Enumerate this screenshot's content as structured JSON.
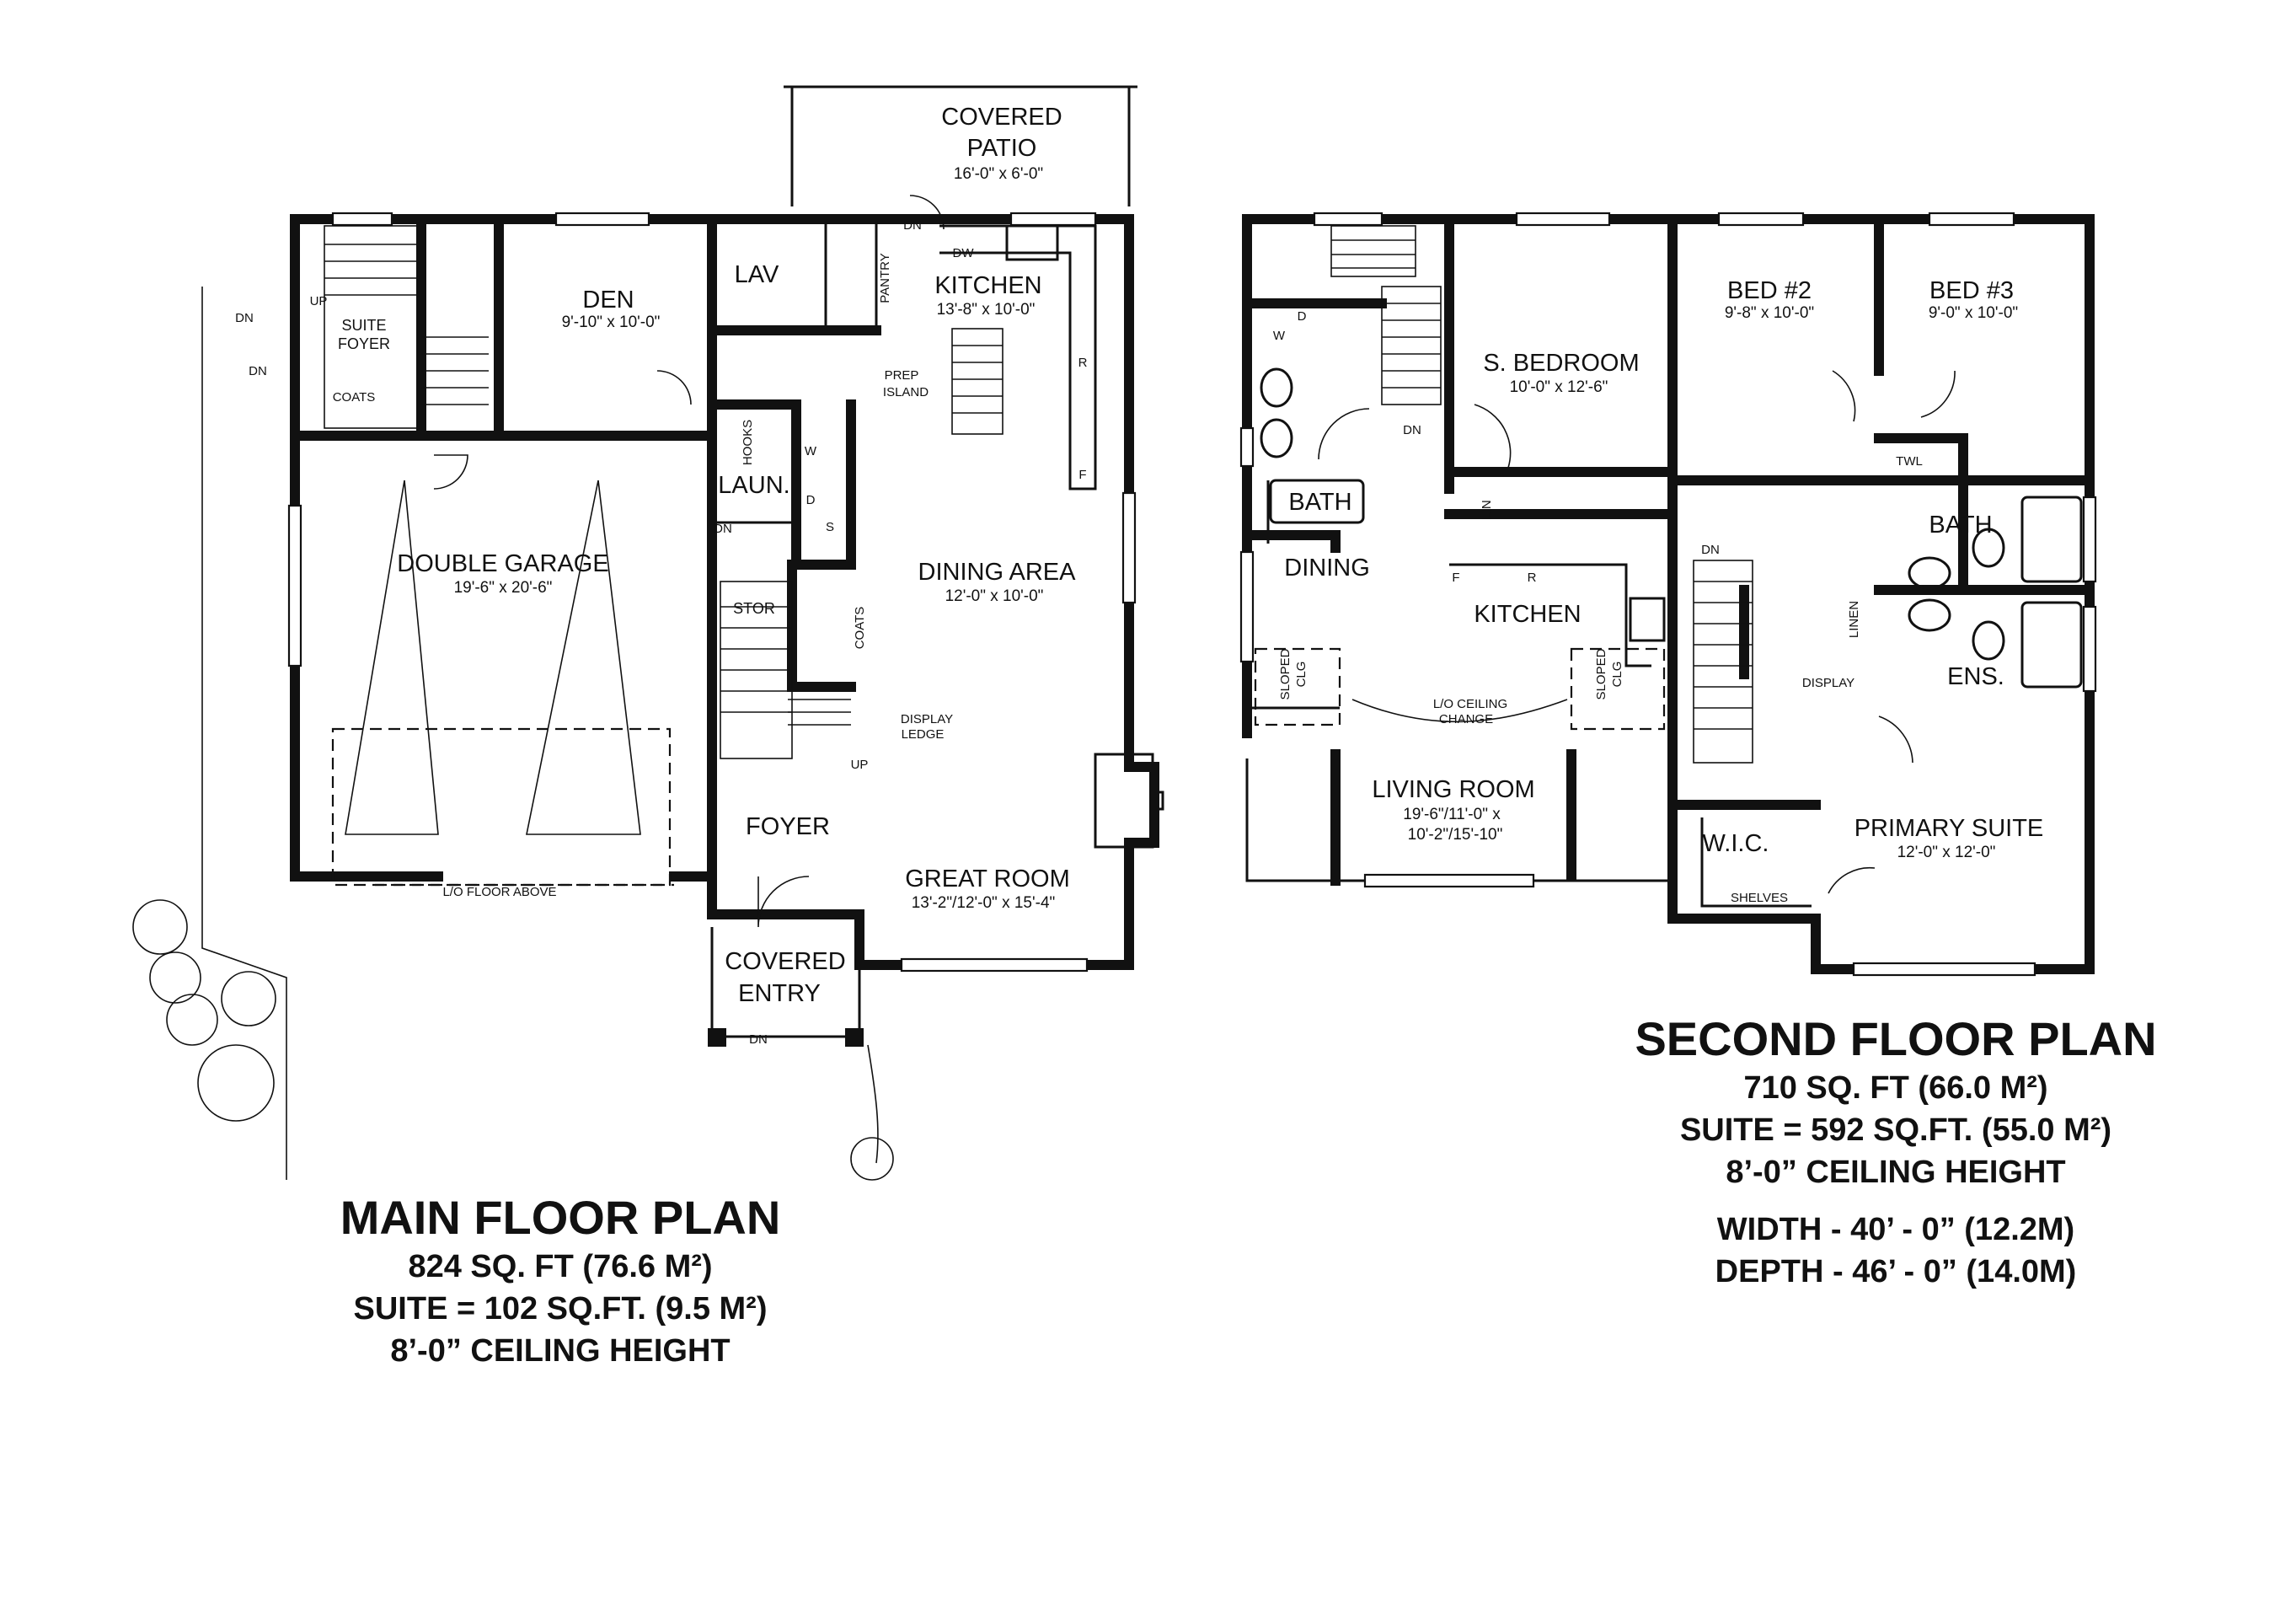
{
  "main_floor": {
    "rooms": {
      "covered_patio": "COVERED",
      "covered_patio_2": "PATIO",
      "covered_patio_dim": "16'-0\" x 6'-0\"",
      "den": "DEN",
      "den_dim": "9'-10\" x 10'-0\"",
      "suite_foyer": "SUITE",
      "suite_foyer_2": "FOYER",
      "coats_suite": "COATS",
      "lav": "LAV",
      "pantry": "PANTRY",
      "kitchen": "KITCHEN",
      "kitchen_dim": "13'-8\" x 10'-0\"",
      "prep_island": "PREP",
      "prep_island_2": "ISLAND",
      "hooks": "HOOKS",
      "laun": "LAUN.",
      "double_garage": "DOUBLE GARAGE",
      "double_garage_dim": "19'-6\" x 20'-6\"",
      "dining_area": "DINING AREA",
      "dining_area_dim": "12'-0\" x 10'-0\"",
      "stor": "STOR",
      "coats_hall": "COATS",
      "display_ledge": "DISPLAY",
      "display_ledge_2": "LEDGE",
      "foyer": "FOYER",
      "great_room": "GREAT ROOM",
      "great_room_dim": "13'-2\"/12'-0\" x 15'-4\"",
      "covered_entry": "COVERED",
      "covered_entry_2": "ENTRY",
      "lo_floor_above": "L/O FLOOR ABOVE"
    },
    "markers": {
      "dn": "DN",
      "up": "UP",
      "dw": "DW",
      "w": "W",
      "d": "D",
      "s": "S",
      "r": "R",
      "f": "F"
    },
    "caption": {
      "title": "MAIN FLOOR PLAN",
      "area": "824 SQ. FT (76.6 M²)",
      "suite": "SUITE = 102 SQ.FT. (9.5 M²)",
      "ceiling": "8’-0” CEILING HEIGHT"
    }
  },
  "second_floor": {
    "rooms": {
      "bath_suite": "BATH",
      "dining": "DINING",
      "s_bedroom": "S. BEDROOM",
      "s_bedroom_dim": "10'-0\" x 12'-6\"",
      "lin": "LIN",
      "kitchen": "KITCHEN",
      "sloped_clg": "SLOPED",
      "sloped_clg_2": "CLG",
      "lo_ceiling": "L/O CEILING",
      "lo_ceiling_2": "CHANGE",
      "living_room": "LIVING ROOM",
      "living_room_dim": "19'-6\"/11'-0\" x",
      "living_room_dim_2": "10'-2\"/15'-10\"",
      "bed2": "BED #2",
      "bed2_dim": "9'-8\" x 10'-0\"",
      "bed3": "BED #3",
      "bed3_dim": "9'-0\" x 10'-0\"",
      "twl": "TWL",
      "bath": "BATH",
      "linen": "LINEN",
      "display": "DISPLAY",
      "ens": "ENS.",
      "wic": "W.I.C.",
      "shelves": "SHELVES",
      "primary_suite": "PRIMARY SUITE",
      "primary_suite_dim": "12'-0\" x 12'-0\""
    },
    "markers": {
      "dn": "DN",
      "w": "W",
      "d": "D",
      "f": "F",
      "r": "R"
    },
    "caption": {
      "title": "SECOND FLOOR PLAN",
      "area": "710 SQ. FT (66.0 M²)",
      "suite": "SUITE = 592 SQ.FT. (55.0 M²)",
      "ceiling": "8’-0” CEILING HEIGHT",
      "width": "WIDTH - 40’ - 0” (12.2M)",
      "depth": "DEPTH - 46’ - 0” (14.0M)"
    }
  }
}
